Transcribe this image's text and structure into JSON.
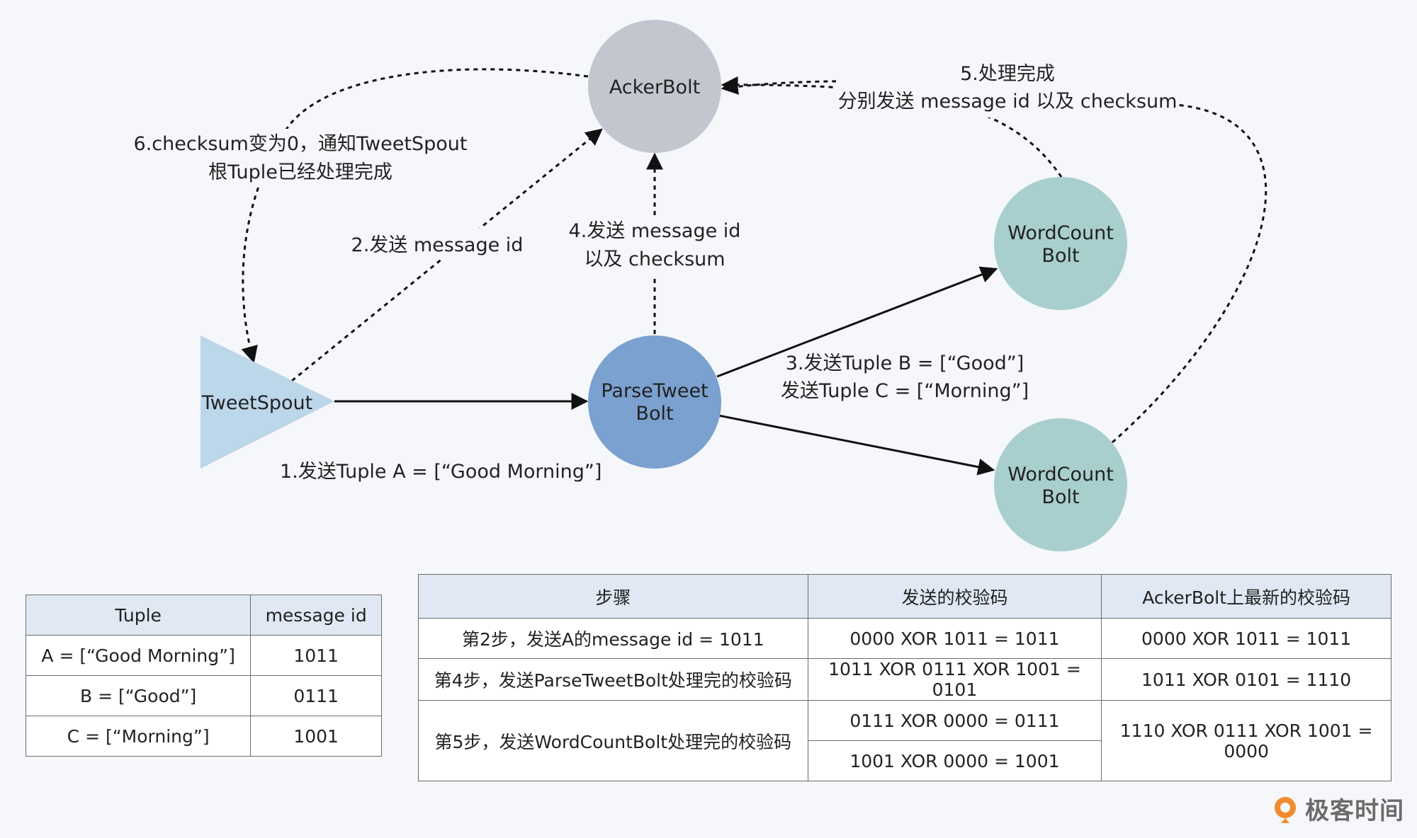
{
  "nodes": {
    "acker": {
      "label": "AckerBolt",
      "color": "#c3c6cf"
    },
    "spout": {
      "label": "TweetSpout",
      "color": "#bcd6ea"
    },
    "parse": {
      "label_line1": "ParseTweet",
      "label_line2": "Bolt",
      "color": "#7aa1cf"
    },
    "wc_top": {
      "label_line1": "WordCount",
      "label_line2": "Bolt",
      "color": "#a8cfcd"
    },
    "wc_bottom": {
      "label_line1": "WordCount",
      "label_line2": "Bolt",
      "color": "#a8cfcd"
    }
  },
  "edges": {
    "step1": "1.发送Tuple A = [“Good Morning”]",
    "step2": "2.发送 message id",
    "step3_line1": "3.发送Tuple B = [“Good”]",
    "step3_line2": "发送Tuple C = [“Morning”]",
    "step4_line1": "4.发送 message id",
    "step4_line2": "以及 checksum",
    "step5_line1": "5.处理完成",
    "step5_line2": "分别发送 message id 以及 checksum",
    "step6_line1": "6.checksum变为0，通知TweetSpout",
    "step6_line2": "根Tuple已经处理完成"
  },
  "tuple_table": {
    "headers": [
      "Tuple",
      "message id"
    ],
    "rows": [
      [
        "A = [“Good Morning”]",
        "1011"
      ],
      [
        "B = [“Good”]",
        "0111"
      ],
      [
        "C = [“Morning”]",
        "1001"
      ]
    ]
  },
  "checksum_table": {
    "headers": [
      "步骤",
      "发送的校验码",
      "AckerBolt上最新的校验码"
    ],
    "row1": [
      "第2步，发送A的message id = 1011",
      "0000 XOR 1011 = 1011",
      "0000 XOR 1011 = 1011"
    ],
    "row2": [
      "第4步，发送ParseTweetBolt处理完的校验码",
      "1011 XOR 0111 XOR 1001 = 0101",
      "1011 XOR 0101 = 1110"
    ],
    "row3": {
      "step": "第5步，发送WordCountBolt处理完的校验码",
      "sent_a": "0111 XOR 0000 = 0111",
      "sent_b": "1001 XOR 0000 = 1001",
      "latest": "1110 XOR 0111 XOR 1001 =  0000"
    }
  },
  "logo": {
    "text": "极客时间",
    "color": "#f08c2e"
  }
}
